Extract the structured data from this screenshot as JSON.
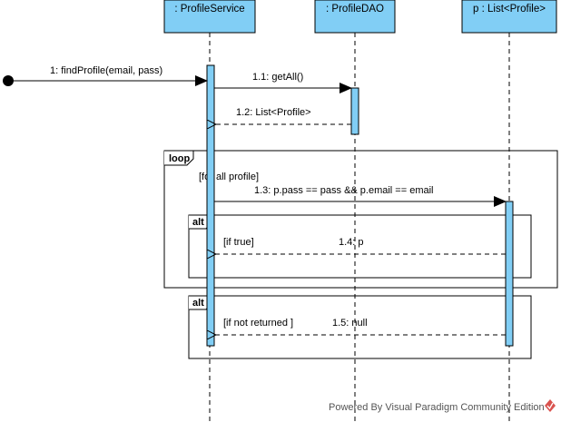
{
  "diagram": {
    "lifelines": [
      {
        "id": "profile-service",
        "label": ": ProfileService"
      },
      {
        "id": "profile-dao",
        "label": ": ProfileDAO"
      },
      {
        "id": "profile-list",
        "label": "p : List<Profile>"
      }
    ],
    "messages": [
      {
        "id": "m1",
        "label": "1: findProfile(email, pass)",
        "kind": "synchronous"
      },
      {
        "id": "m11",
        "label": "1.1: getAll()",
        "kind": "synchronous"
      },
      {
        "id": "m12",
        "label": "1.2: List<Profile>",
        "kind": "return"
      },
      {
        "id": "m13",
        "label": "1.3: p.pass == pass && p.email == email",
        "kind": "synchronous"
      },
      {
        "id": "m14",
        "label": "1.4: p",
        "kind": "return"
      },
      {
        "id": "m15",
        "label": "1.5: null",
        "kind": "return"
      }
    ],
    "fragments": {
      "loop": {
        "operator": "loop",
        "guard": "[for all profile]"
      },
      "alt1": {
        "operator": "alt",
        "guard": "[if true]"
      },
      "alt2": {
        "operator": "alt",
        "guard": "[if not returned ]"
      }
    },
    "colors": {
      "lifeline_fill": "#81CEF5",
      "line": "#000000",
      "watermark_logo": "#D9534F"
    }
  },
  "watermark": {
    "text": "Powered By Visual Paradigm Community Edition"
  }
}
